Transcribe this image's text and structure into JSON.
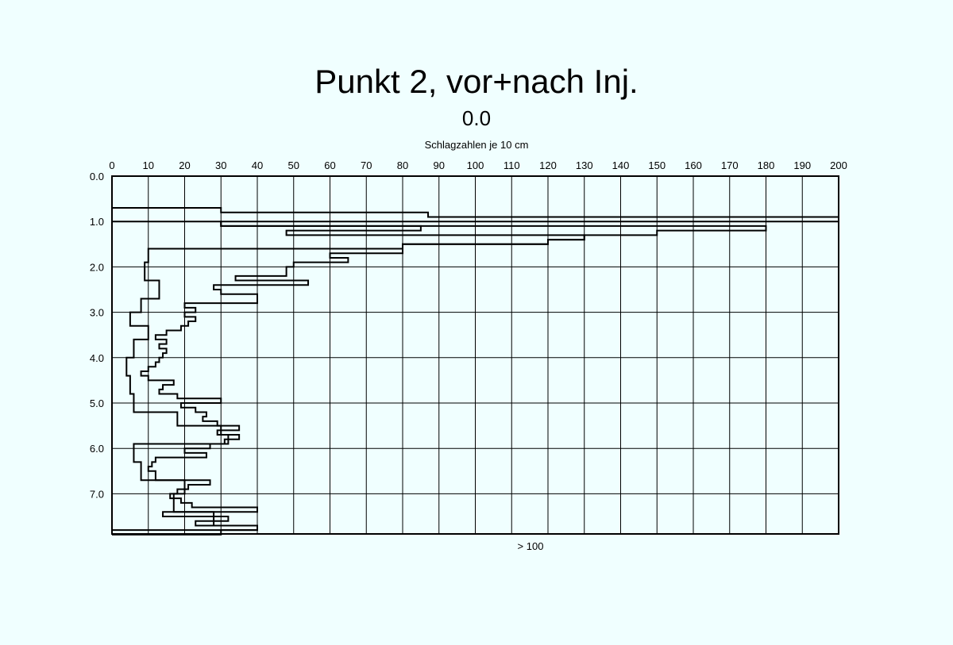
{
  "title": "Punkt 2, vor+nach Inj.",
  "subtitle": "0.0",
  "note": "> 100",
  "colors": {
    "background": "#f0ffff",
    "line": "#000000"
  },
  "chart_data": {
    "type": "line",
    "title": "Punkt 2, vor+nach Inj.",
    "subtitle": "0.0",
    "xlabel": "Schlagzahlen je 10 cm",
    "ylabel": "",
    "xlim": [
      0,
      200
    ],
    "ylim": [
      0,
      7.9
    ],
    "y_inverted": true,
    "x_axis_position": "top",
    "grid": true,
    "x_ticks": [
      "0",
      "10",
      "20",
      "30",
      "40",
      "50",
      "60",
      "70",
      "80",
      "90",
      "100",
      "110",
      "120",
      "130",
      "140",
      "150",
      "160",
      "170",
      "180",
      "190",
      "200"
    ],
    "y_ticks": [
      "0.0",
      "1.0",
      "2.0",
      "3.0",
      "4.0",
      "5.0",
      "6.0",
      "7.0"
    ],
    "annotations": [
      "> 100"
    ],
    "series": [
      {
        "step": "vertical",
        "points": [
          [
            0,
            0.7
          ],
          [
            30,
            0.8
          ],
          [
            87,
            0.9
          ],
          [
            200,
            1.0
          ],
          [
            30,
            1.1
          ],
          [
            85,
            1.2
          ],
          [
            48,
            1.3
          ],
          [
            130,
            1.4
          ],
          [
            120,
            1.5
          ],
          [
            80,
            1.6
          ],
          [
            10,
            1.9
          ],
          [
            9,
            2.3
          ],
          [
            13,
            2.7
          ],
          [
            8,
            3.0
          ],
          [
            5,
            3.3
          ],
          [
            10,
            3.6
          ],
          [
            6,
            4.0
          ],
          [
            4,
            4.4
          ],
          [
            5,
            4.8
          ],
          [
            6,
            5.2
          ],
          [
            18,
            5.5
          ],
          [
            30,
            5.7
          ],
          [
            32,
            5.9
          ],
          [
            6,
            6.3
          ],
          [
            8,
            6.7
          ],
          [
            20,
            7.0
          ],
          [
            17,
            7.4
          ],
          [
            28,
            7.7
          ],
          [
            40,
            7.8
          ]
        ]
      },
      {
        "step": "vertical",
        "points": [
          [
            0,
            1.0
          ],
          [
            30,
            1.1
          ],
          [
            180,
            1.2
          ],
          [
            150,
            1.3
          ],
          [
            130,
            1.4
          ],
          [
            120,
            1.5
          ],
          [
            80,
            1.7
          ],
          [
            60,
            1.8
          ],
          [
            65,
            1.9
          ],
          [
            50,
            2.0
          ],
          [
            48,
            2.2
          ],
          [
            34,
            2.3
          ],
          [
            54,
            2.4
          ],
          [
            28,
            2.5
          ],
          [
            30,
            2.6
          ],
          [
            40,
            2.8
          ],
          [
            20,
            2.9
          ],
          [
            23,
            3.0
          ],
          [
            20,
            3.1
          ],
          [
            23,
            3.2
          ],
          [
            21,
            3.3
          ],
          [
            19,
            3.4
          ],
          [
            15,
            3.5
          ],
          [
            12,
            3.6
          ],
          [
            15,
            3.7
          ],
          [
            13,
            3.8
          ],
          [
            15,
            3.9
          ],
          [
            14,
            4.0
          ],
          [
            13,
            4.1
          ],
          [
            12,
            4.2
          ],
          [
            10,
            4.3
          ],
          [
            8,
            4.4
          ],
          [
            10,
            4.5
          ],
          [
            17,
            4.6
          ],
          [
            14,
            4.7
          ],
          [
            13,
            4.8
          ],
          [
            18,
            4.9
          ],
          [
            30,
            5.0
          ],
          [
            19,
            5.1
          ],
          [
            23,
            5.2
          ],
          [
            26,
            5.3
          ],
          [
            25,
            5.4
          ],
          [
            29,
            5.5
          ],
          [
            35,
            5.6
          ],
          [
            29,
            5.7
          ],
          [
            35,
            5.8
          ],
          [
            31,
            5.9
          ],
          [
            27,
            6.0
          ],
          [
            20,
            6.1
          ],
          [
            26,
            6.2
          ],
          [
            12,
            6.3
          ],
          [
            11,
            6.4
          ],
          [
            10,
            6.5
          ],
          [
            12,
            6.6
          ],
          [
            12,
            6.7
          ],
          [
            27,
            6.8
          ],
          [
            21,
            6.9
          ],
          [
            18,
            7.0
          ],
          [
            16,
            7.1
          ],
          [
            19,
            7.2
          ],
          [
            22,
            7.3
          ],
          [
            40,
            7.4
          ],
          [
            14,
            7.5
          ],
          [
            32,
            7.6
          ],
          [
            23,
            7.7
          ],
          [
            40,
            7.8
          ],
          [
            30,
            7.9
          ]
        ]
      }
    ]
  }
}
